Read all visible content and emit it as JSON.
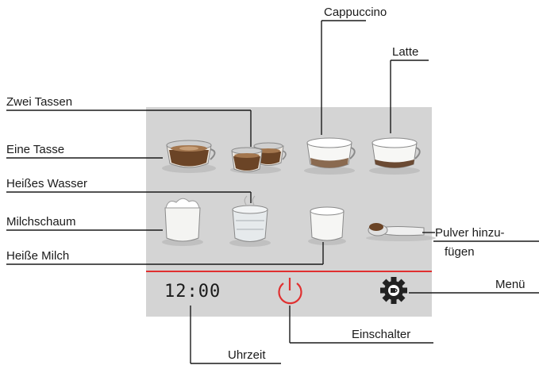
{
  "labels": {
    "cappuccino": "Cappuccino",
    "latte": "Latte",
    "zwei_tassen": "Zwei Tassen",
    "eine_tasse": "Eine Tasse",
    "heisses_wasser": "Heißes Wasser",
    "milchschaum": "Milchschaum",
    "heisse_milch": "Heiße Milch",
    "pulver_line1": "Pulver hinzu-",
    "pulver_line2": "fügen",
    "menu": "Menü",
    "einschalter": "Einschalter",
    "uhrzeit": "Uhrzeit"
  },
  "screen": {
    "clock": "12:00",
    "background": "#d4d4d4",
    "divider_color": "#e03030"
  },
  "icons": {
    "power": "power-icon",
    "settings": "gear-icon",
    "coffee_single": "coffee-cup-icon",
    "coffee_double": "two-cups-icon",
    "cappuccino": "cappuccino-glass-icon",
    "latte": "latte-glass-icon",
    "milk_foam": "milk-foam-glass-icon",
    "hot_water": "hot-water-glass-icon",
    "hot_milk": "hot-milk-glass-icon",
    "powder": "powder-scoop-icon"
  },
  "colors": {
    "power_red": "#e03030",
    "coffee_brown": "#6b4426",
    "line": "#1a1a1a"
  }
}
